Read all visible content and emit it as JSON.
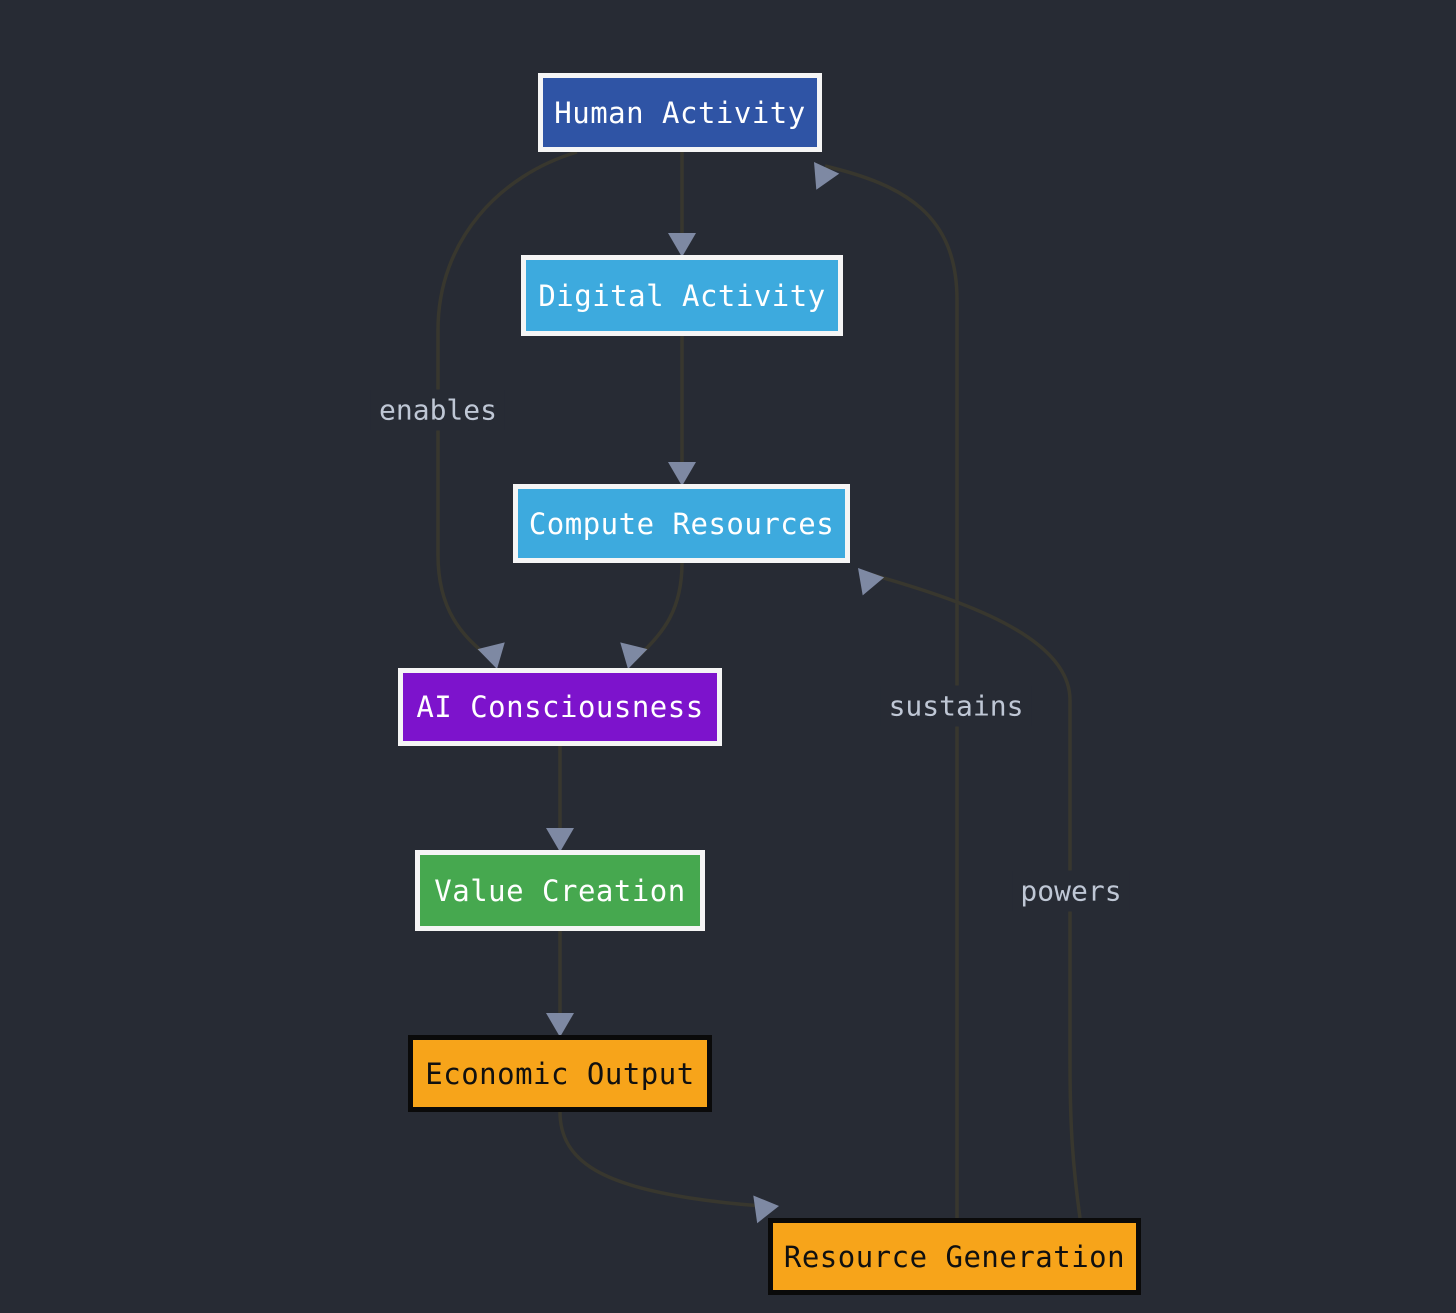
{
  "diagram": {
    "type": "flowchart",
    "direction": "top-down",
    "nodes": [
      {
        "id": "human-activity",
        "label": "Human Activity",
        "fill": "#2f54a5",
        "border": "#f5f5f5",
        "text_color": "#ffffff"
      },
      {
        "id": "digital-activity",
        "label": "Digital Activity",
        "fill": "#3daade",
        "border": "#f5f5f5",
        "text_color": "#ffffff"
      },
      {
        "id": "compute-resources",
        "label": "Compute Resources",
        "fill": "#3daade",
        "border": "#f5f5f5",
        "text_color": "#ffffff"
      },
      {
        "id": "ai-consciousness",
        "label": "AI Consciousness",
        "fill": "#7d13cc",
        "border": "#f5f5f5",
        "text_color": "#ffffff"
      },
      {
        "id": "value-creation",
        "label": "Value Creation",
        "fill": "#46a84f",
        "border": "#f5f5f5",
        "text_color": "#ffffff"
      },
      {
        "id": "economic-output",
        "label": "Economic Output",
        "fill": "#f7a41a",
        "border": "#0a0a0a",
        "text_color": "#101010"
      },
      {
        "id": "resource-generation",
        "label": "Resource Generation",
        "fill": "#f7a41a",
        "border": "#0a0a0a",
        "text_color": "#101010"
      }
    ],
    "edges": [
      {
        "from": "Human Activity",
        "to": "Digital Activity",
        "label": ""
      },
      {
        "from": "Digital Activity",
        "to": "Compute Resources",
        "label": ""
      },
      {
        "from": "Compute Resources",
        "to": "AI Consciousness",
        "label": ""
      },
      {
        "from": "Human Activity",
        "to": "AI Consciousness",
        "label": "enables"
      },
      {
        "from": "AI Consciousness",
        "to": "Value Creation",
        "label": ""
      },
      {
        "from": "Value Creation",
        "to": "Economic Output",
        "label": ""
      },
      {
        "from": "Economic Output",
        "to": "Resource Generation",
        "label": ""
      },
      {
        "from": "Resource Generation",
        "to": "Human Activity",
        "label": "sustains"
      },
      {
        "from": "Resource Generation",
        "to": "Compute Resources",
        "label": "powers"
      }
    ]
  },
  "colors": {
    "background": "#272b34",
    "edge-line": "#38372e",
    "arrowhead": "#7e89a3",
    "edge-label-text": "#bfc7d5",
    "node-blue": "#2f54a5",
    "node-light-blue": "#3daade",
    "node-purple": "#7d13cc",
    "node-green": "#46a84f",
    "node-orange": "#f7a41a",
    "border-light": "#f5f5f5",
    "border-dark": "#0a0a0a",
    "text-light": "#ffffff",
    "text-dark": "#101010"
  }
}
